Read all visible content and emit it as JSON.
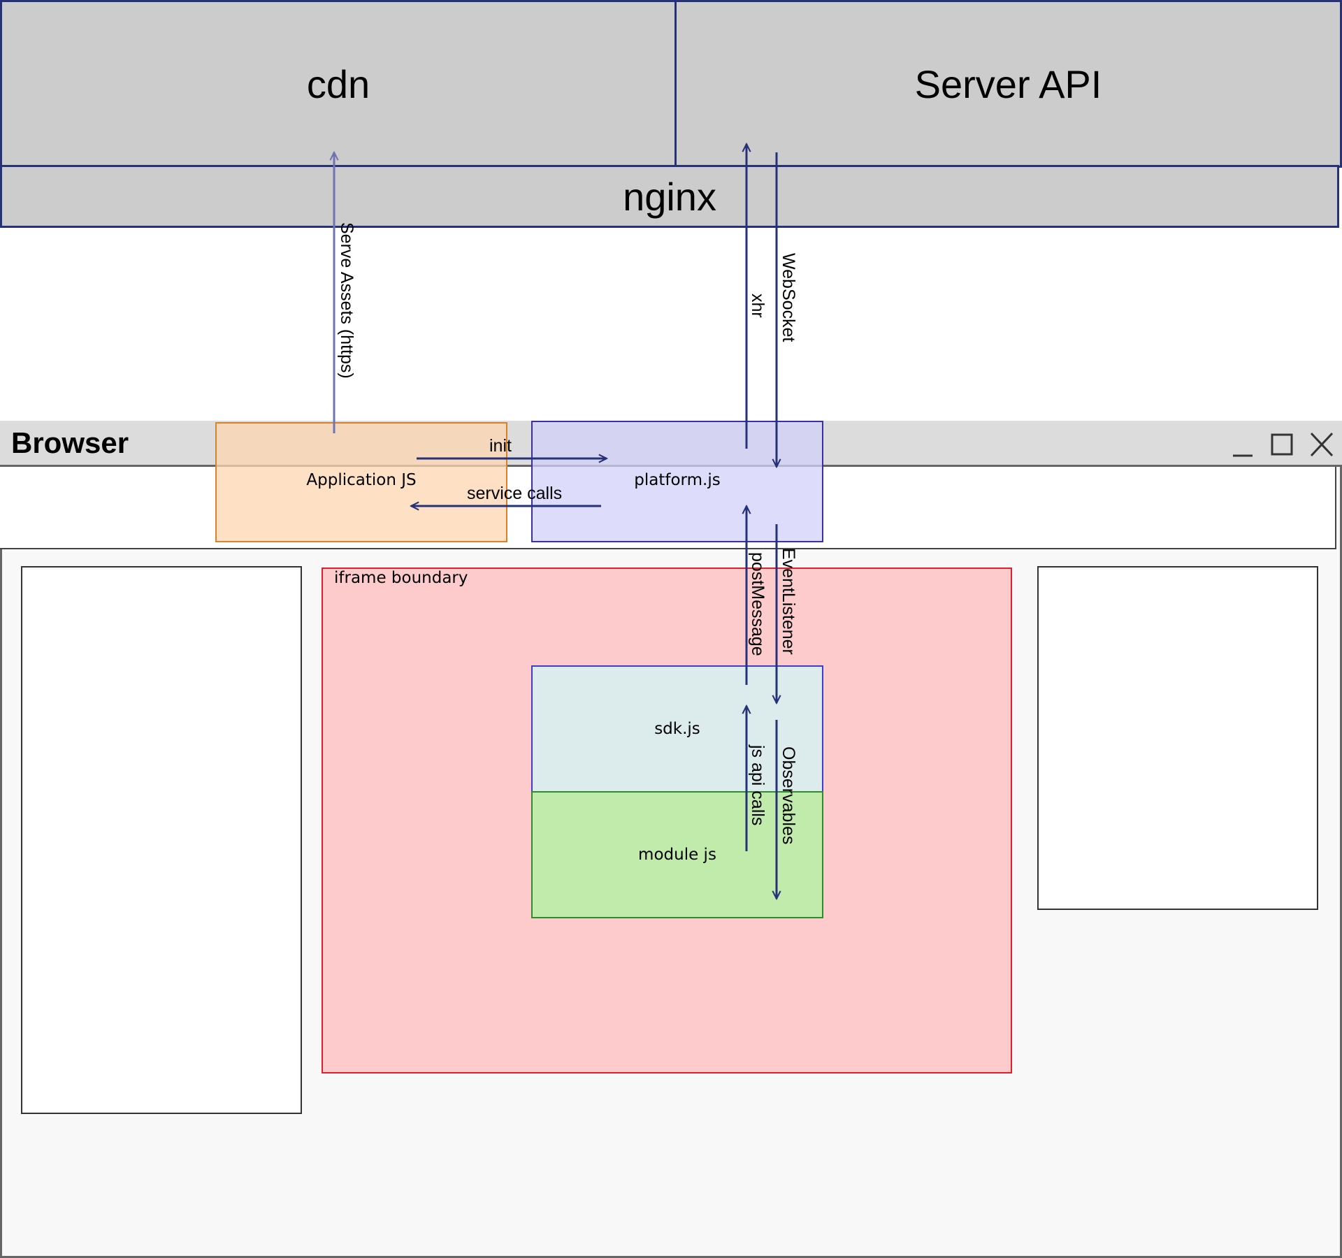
{
  "servers": {
    "cdn": "cdn",
    "server_api": "Server API",
    "nginx": "nginx"
  },
  "browser": {
    "title": "Browser",
    "window_controls": [
      "minimize-icon",
      "maximize-icon",
      "close-icon"
    ]
  },
  "components": {
    "application_js": "Application JS",
    "platform_js": "platform.js",
    "iframe_boundary": "iframe boundary",
    "sdk_js": "sdk.js",
    "module_js": "module js"
  },
  "connections": {
    "serve_assets": "Serve Assets (https)",
    "xhr": "xhr",
    "websocket": "WebSocket",
    "init": "init",
    "service_calls": "service calls",
    "postmessage": "postMessage",
    "eventlistener": "EventListener",
    "js_api_calls": "js api calls",
    "observables": "Observables"
  },
  "colors": {
    "server_fill": "#cccccc",
    "server_border": "#25327a",
    "arrow": "#25327a",
    "app_fill": "#fde0c4",
    "app_border": "#d9822b",
    "platform_fill": "#dedefa",
    "platform_border": "#3b2fa8",
    "iframe_fill": "#fdcbcb",
    "iframe_border": "#e0202a",
    "sdk_fill": "#dcebeb",
    "module_fill": "#c0ebab",
    "module_border": "#2e8b2e"
  }
}
